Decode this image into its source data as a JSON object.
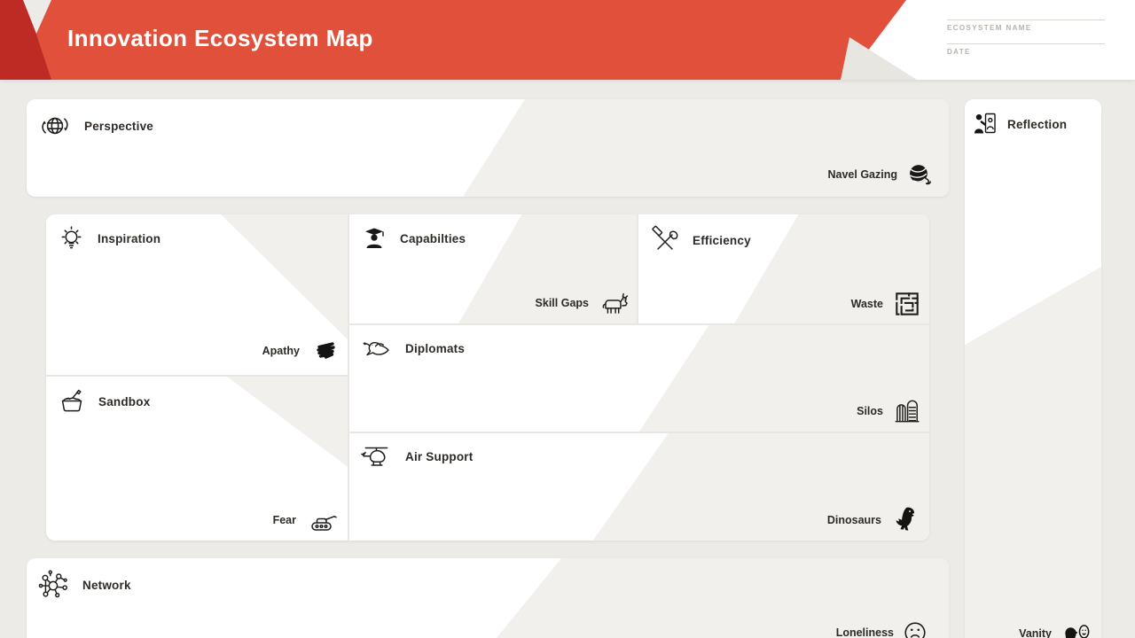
{
  "header": {
    "title": "Innovation Ecosystem Map",
    "fields": [
      {
        "label": "ECOSYSTEM NAME",
        "value": ""
      },
      {
        "label": "DATE",
        "value": ""
      }
    ]
  },
  "colors": {
    "banner_red": "#E0503A",
    "accent_dark_red": "#BE2B24",
    "page_background": "#ECEBE7",
    "card_background": "#FFFFFF",
    "card_decoration": "#F1F0ED",
    "text": "#2E2A26"
  },
  "sections": [
    {
      "label": "Perspective",
      "icon": "globe-orbit-icon",
      "negative": {
        "label": "Navel Gazing",
        "icon": "yarn-ball-icon"
      }
    },
    {
      "label": "Inspiration",
      "icon": "lightbulb-icon",
      "negative": {
        "label": "Apathy",
        "icon": "scribble-icon"
      }
    },
    {
      "label": "Sandbox",
      "icon": "sandbox-icon",
      "negative": {
        "label": "Fear",
        "icon": "tank-icon"
      }
    },
    {
      "label": "Capabilties",
      "icon": "graduate-icon",
      "negative": {
        "label": "Skill Gaps",
        "icon": "donkey-icon"
      }
    },
    {
      "label": "Efficiency",
      "icon": "hammer-wrench-icon",
      "negative": {
        "label": "Waste",
        "icon": "maze-icon"
      }
    },
    {
      "label": "Diplomats",
      "icon": "dove-icon",
      "negative": {
        "label": "Silos",
        "icon": "silo-icon"
      }
    },
    {
      "label": "Air Support",
      "icon": "helicopter-icon",
      "negative": {
        "label": "Dinosaurs",
        "icon": "dinosaur-icon"
      }
    },
    {
      "label": "Network",
      "icon": "network-nodes-icon",
      "negative": {
        "label": "Loneliness",
        "icon": "sad-face-icon"
      }
    },
    {
      "label": "Reflection",
      "icon": "mirror-person-icon",
      "negative": {
        "label": "Vanity",
        "icon": "face-mirror-icon"
      }
    }
  ]
}
